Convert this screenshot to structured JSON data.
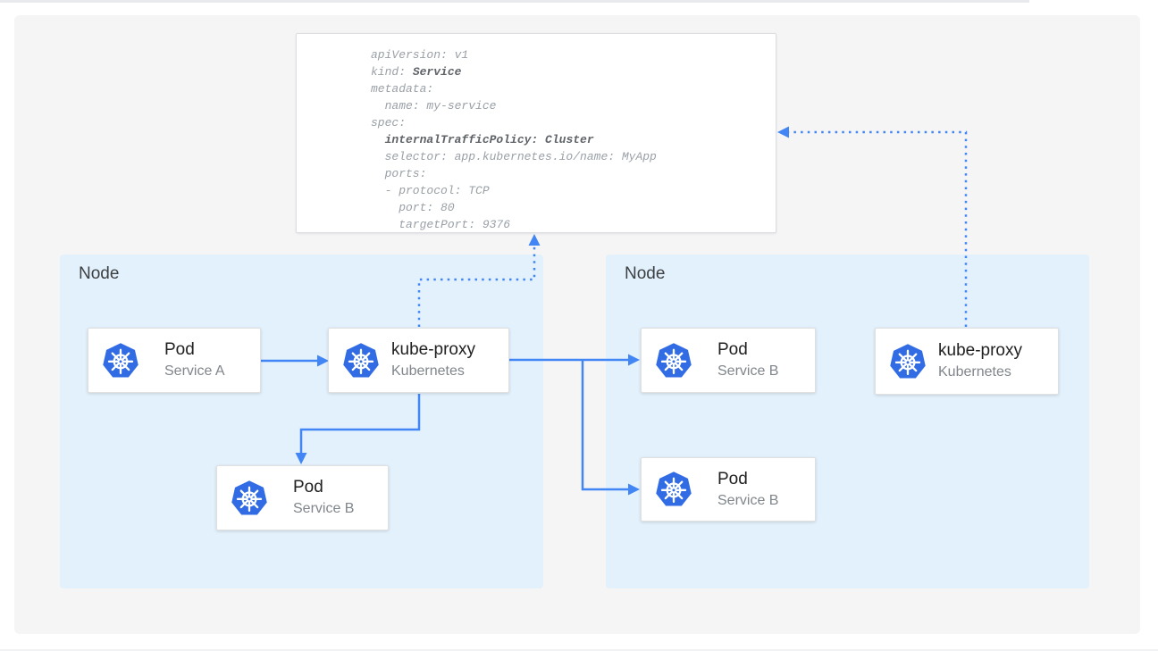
{
  "colors": {
    "panel_bg": "#f5f5f6",
    "node_bg": "#e3f1fc",
    "arrow_blue": "#4285f4",
    "k8s_blue": "#326ce5",
    "title_text": "#212121",
    "subtitle_text": "#80868b",
    "node_label_text": "#3c4043",
    "code_text": "#9aa0a6",
    "code_bold_text": "#5f6368",
    "card_border": "#e0e0e0",
    "divider": "#e8eaed"
  },
  "yaml_panel": {
    "lines": [
      {
        "pre": "apiVersion: v1",
        "bold": "",
        "post": ""
      },
      {
        "pre": "kind: ",
        "bold": "Service",
        "post": ""
      },
      {
        "pre": "metadata:",
        "bold": "",
        "post": ""
      },
      {
        "pre": "  name: my-service",
        "bold": "",
        "post": ""
      },
      {
        "pre": "spec:",
        "bold": "",
        "post": ""
      },
      {
        "pre": "  ",
        "bold": "internalTrafficPolicy: Cluster",
        "post": ""
      },
      {
        "pre": "  selector: app.kubernetes.io/name: MyApp",
        "bold": "",
        "post": ""
      },
      {
        "pre": "  ports:",
        "bold": "",
        "post": ""
      },
      {
        "pre": "  - protocol: TCP",
        "bold": "",
        "post": ""
      },
      {
        "pre": "    port: 80",
        "bold": "",
        "post": ""
      },
      {
        "pre": "    targetPort: 9376",
        "bold": "",
        "post": ""
      }
    ]
  },
  "nodes": {
    "left": {
      "label": "Node"
    },
    "right": {
      "label": "Node"
    }
  },
  "cards": {
    "pod_a": {
      "title": "Pod",
      "subtitle": "Service A"
    },
    "kube_proxy_left": {
      "title": "kube-proxy",
      "subtitle": "Kubernetes"
    },
    "pod_b_left": {
      "title": "Pod",
      "subtitle": "Service B"
    },
    "pod_b_right_top": {
      "title": "Pod",
      "subtitle": "Service B"
    },
    "pod_b_right_bottom": {
      "title": "Pod",
      "subtitle": "Service B"
    },
    "kube_proxy_right": {
      "title": "kube-proxy",
      "subtitle": "Kubernetes"
    }
  }
}
